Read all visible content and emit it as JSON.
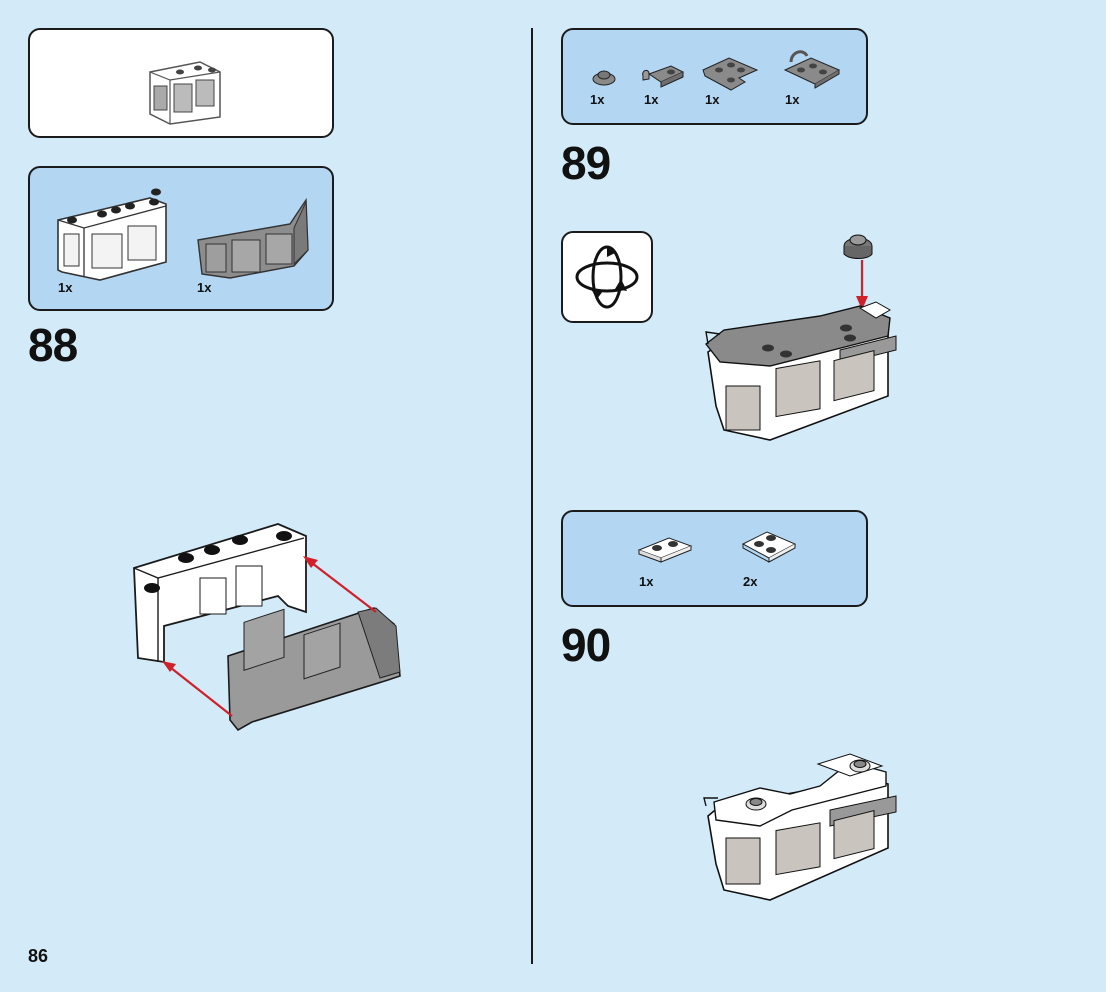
{
  "page": {
    "number": "86"
  },
  "submodel_preview": {
    "icon": "assembled-frame-preview"
  },
  "steps": [
    {
      "number": "88",
      "parts": [
        {
          "name": "white-window-frame",
          "qty": "1x"
        },
        {
          "name": "trans-black-windscreen",
          "qty": "1x"
        }
      ]
    },
    {
      "number": "89",
      "parts": [
        {
          "name": "round-tile-dark-gray",
          "qty": "1x"
        },
        {
          "name": "plate-with-clip",
          "qty": "1x"
        },
        {
          "name": "wedge-plate-dark-gray",
          "qty": "1x"
        },
        {
          "name": "plate-with-bar-handle",
          "qty": "1x"
        }
      ]
    },
    {
      "number": "90",
      "parts": [
        {
          "name": "plate-1x2-white",
          "qty": "1x"
        },
        {
          "name": "wedge-plate-white",
          "qty": "2x"
        }
      ]
    }
  ],
  "rotate_icon": "rotate-model-icon",
  "colors": {
    "background": "#d3ebf8",
    "parts_box": "#b3d6f2",
    "arrow": "#d0202a",
    "border": "#1b1b1b"
  }
}
